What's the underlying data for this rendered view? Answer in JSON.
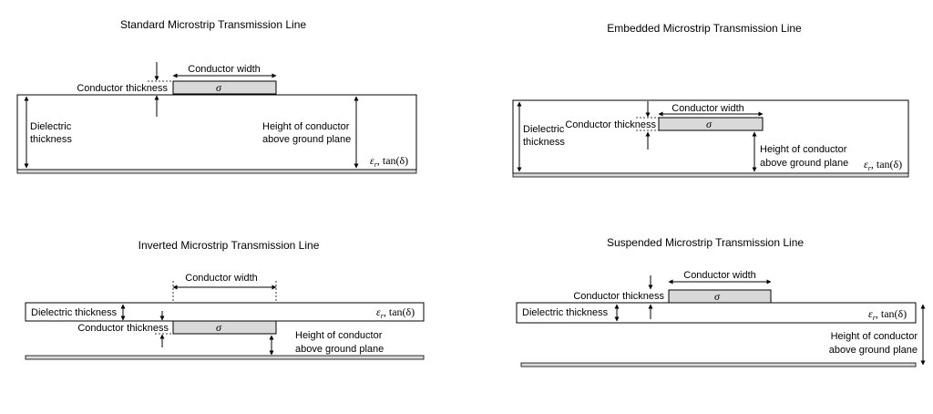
{
  "panels": {
    "standard": {
      "title": "Standard Microstrip Transmission Line",
      "conductor_width": "Conductor width",
      "conductor_thickness": "Conductor thickness",
      "sigma": "σ",
      "dielectric_thickness": [
        "Dielectric",
        "thickness"
      ],
      "height_label": [
        "Height of conductor",
        "above ground plane"
      ],
      "material": "ε",
      "material_sub": "r",
      "material_tail": ", tan(δ)"
    },
    "embedded": {
      "title": "Embedded Microstrip Transmission Line",
      "conductor_width": "Conductor width",
      "conductor_thickness": "Conductor thickness",
      "sigma": "σ",
      "dielectric_thickness": [
        "Dielectric",
        "thickness"
      ],
      "height_label": [
        "Height of conductor",
        "above ground plane"
      ],
      "material": "ε",
      "material_sub": "r",
      "material_tail": ", tan(δ)"
    },
    "inverted": {
      "title": "Inverted Microstrip Transmission Line",
      "conductor_width": "Conductor width",
      "conductor_thickness": "Conductor thickness",
      "sigma": "σ",
      "dielectric_thickness": "Dielectric thickness",
      "height_label": [
        "Height of conductor",
        "above ground plane"
      ],
      "material": "ε",
      "material_sub": "r",
      "material_tail": ", tan(δ)"
    },
    "suspended": {
      "title": "Suspended Microstrip Transmission Line",
      "conductor_width": "Conductor width",
      "conductor_thickness": "Conductor thickness",
      "sigma": "σ",
      "dielectric_thickness": "Dielectric thickness",
      "height_label": [
        "Height of conductor",
        "above ground plane"
      ],
      "material": "ε",
      "material_sub": "r",
      "material_tail": ", tan(δ)"
    }
  }
}
